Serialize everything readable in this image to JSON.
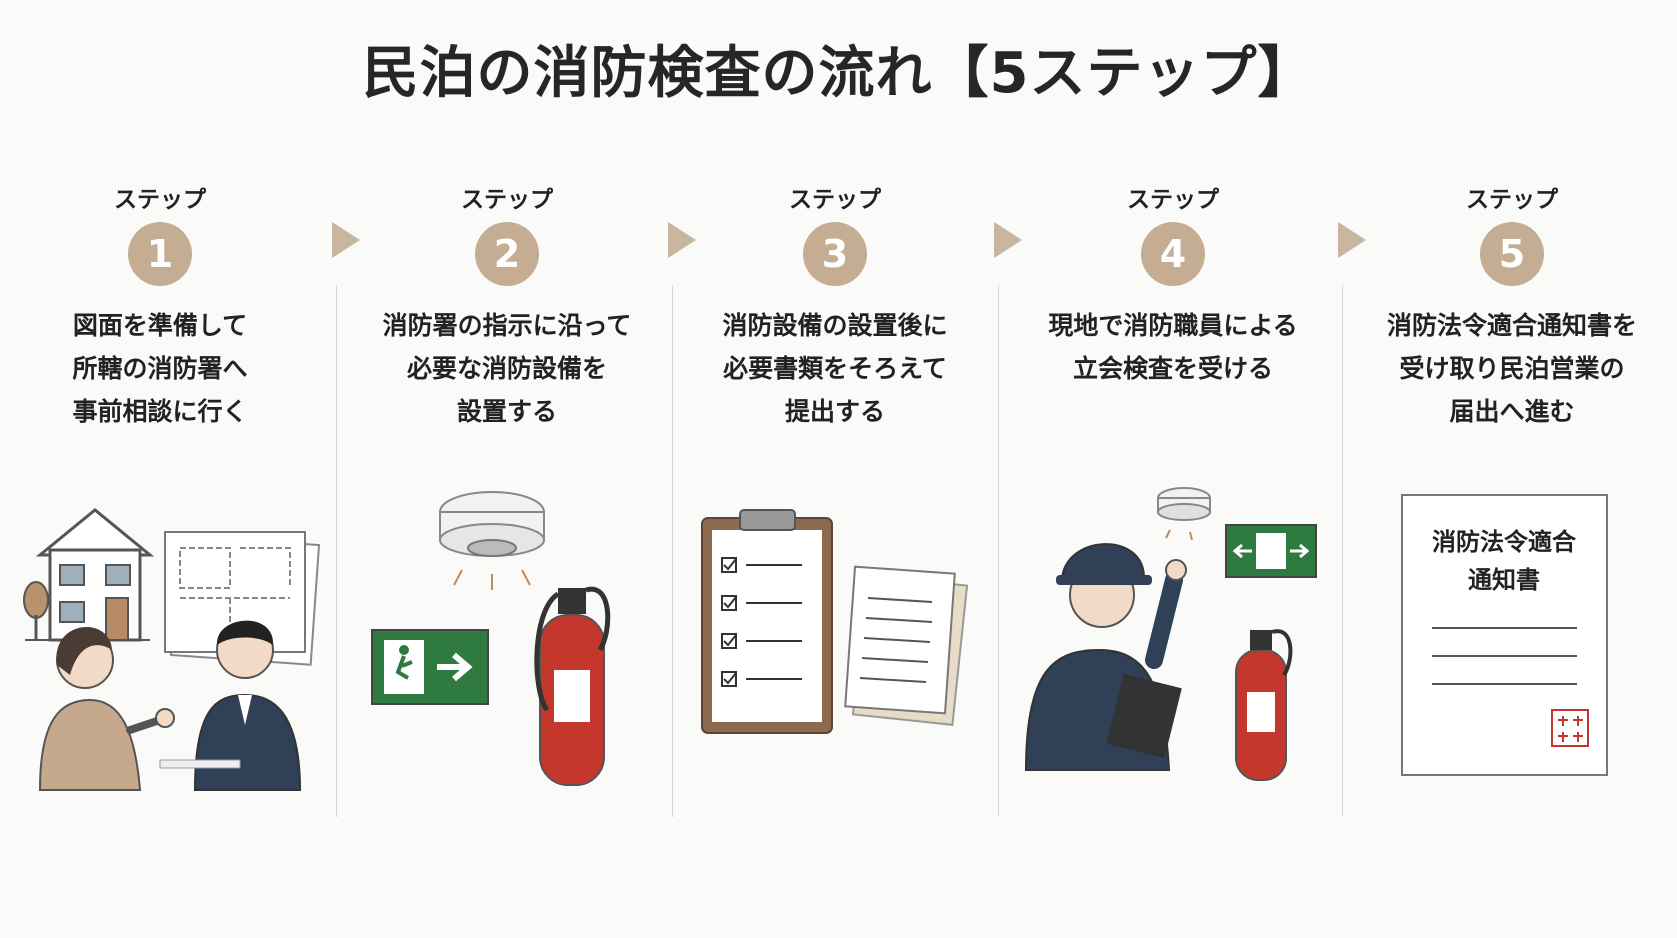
{
  "title": "民泊の消防検査の流れ【5ステップ】",
  "accent_color": "#c4ad93",
  "arrow_color": "#c9b6a1",
  "steps": [
    {
      "label": "ステップ",
      "number": "1",
      "lines": [
        "図面を準備して",
        "所轄の消防署へ",
        "事前相談に行く"
      ]
    },
    {
      "label": "ステップ",
      "number": "2",
      "lines": [
        "消防署の指示に沿って",
        "必要な消防設備を",
        "設置する"
      ]
    },
    {
      "label": "ステップ",
      "number": "3",
      "lines": [
        "消防設備の設置後に",
        "必要書類をそろえて",
        "提出する"
      ]
    },
    {
      "label": "ステップ",
      "number": "4",
      "lines": [
        "現地で消防職員による",
        "立会検査を受ける"
      ]
    },
    {
      "label": "ステップ",
      "number": "5",
      "lines": [
        "消防法令適合通知書を",
        "受け取り民泊営業の",
        "届出へ進む"
      ]
    }
  ],
  "certificate": {
    "title_lines": [
      "消防法令適合",
      "通知書"
    ]
  }
}
